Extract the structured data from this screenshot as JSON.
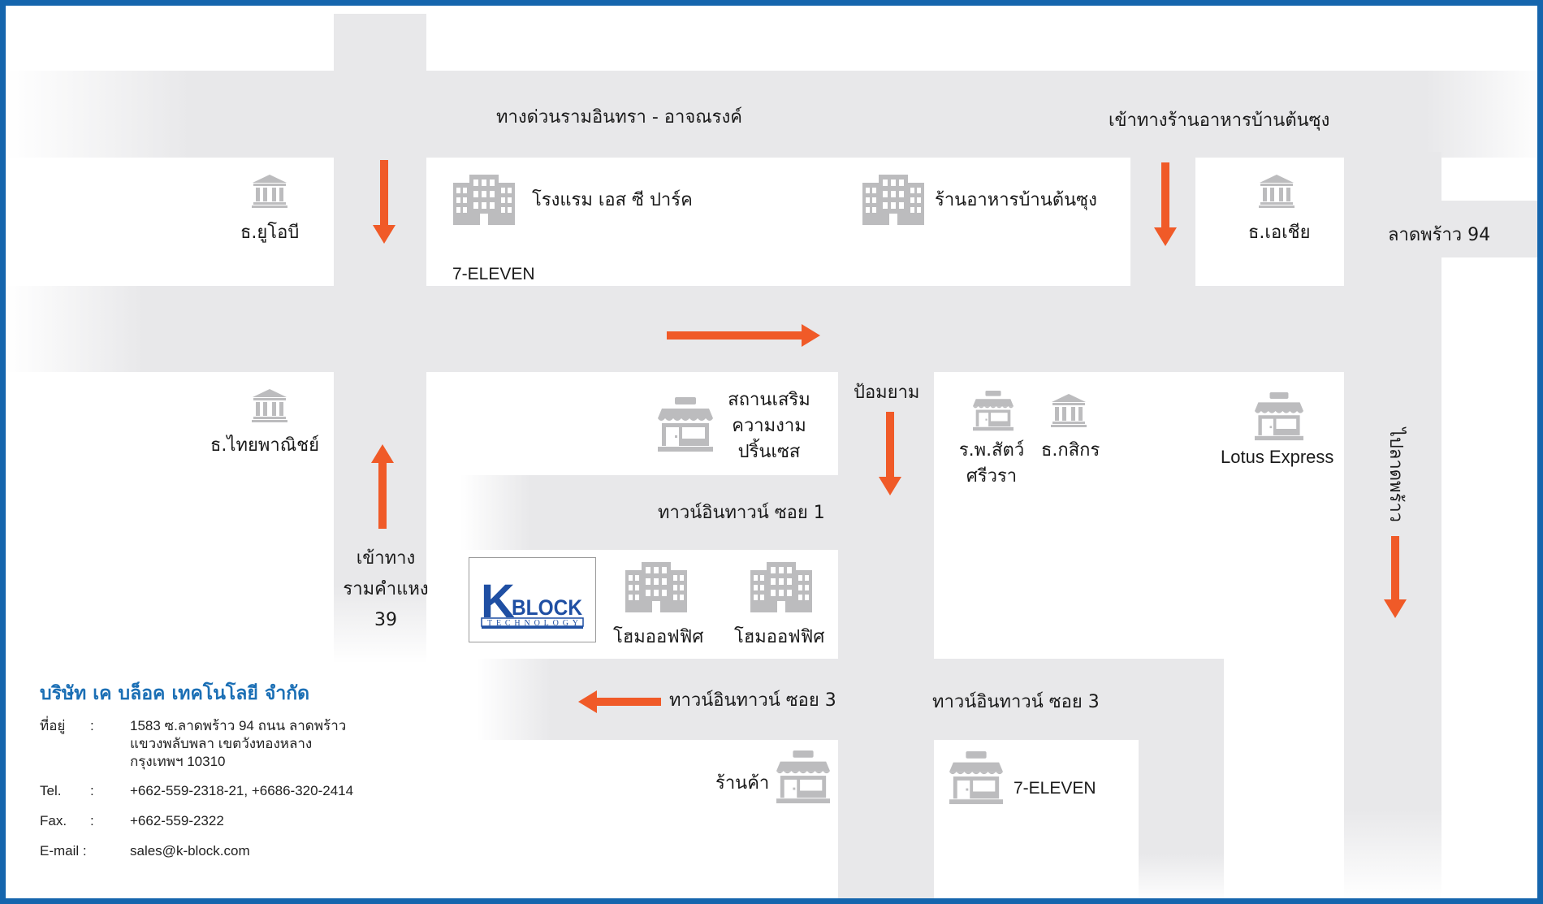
{
  "colors": {
    "frame": "#1565ad",
    "road": "#e8e8ea",
    "arrow": "#f05a28",
    "icon": "#bcbcbe",
    "company": "#1b6fb5",
    "logo_blue": "#1f4fa3"
  },
  "roads": {
    "expressway": "ทางด่วนรามอินทรา - อาจณรงค์",
    "ban_ton_soong_entrance": "เข้าทางร้านอาหารบ้านต้นซุง",
    "ladprao94": "ลาดพร้าว 94",
    "to_ladprao": "ไปลาดพร้าว",
    "ramkhamhaeng_line1": "เข้าทาง",
    "ramkhamhaeng_line2": "รามคำแหง",
    "ramkhamhaeng_line3": "39",
    "pom_yam": "ป้อมยาม",
    "town_in_town_1": "ทาวน์อินทาวน์ ซอย 1",
    "town_in_town_3_left": "ทาวน์อินทาวน์ ซอย 3",
    "town_in_town_3_right": "ทาวน์อินทาวน์ ซอย 3"
  },
  "places": {
    "uob": "ธ.ยูโอบี",
    "hotel": "โรงแรม เอส ซี ปาร์ค",
    "seven_eleven_top": "7-ELEVEN",
    "restaurant": "ร้านอาหารบ้านต้นซุง",
    "asia": "ธ.เอเชีย",
    "scb": "ธ.ไทยพาณิชย์",
    "salon_line1": "สถานเสริม",
    "salon_line2": "ความงาม",
    "salon_line3": "ปริ้นเซส",
    "vet_line1": "ร.พ.สัตว์",
    "vet_line2": "ศรีวรา",
    "kasikorn": "ธ.กสิกร",
    "lotus": "Lotus Express",
    "home_office_1": "โฮมออฟฟิศ",
    "home_office_2": "โฮมออฟฟิศ",
    "shop": "ร้านค้า",
    "seven_eleven_bottom": "7-ELEVEN"
  },
  "icons": {
    "bank": "bank-icon",
    "building": "building-icon",
    "shop": "shop-icon",
    "shop_sign": "SHOP",
    "arrow": "arrow-icon"
  },
  "logo": {
    "letter": "K",
    "word": "BLOCK",
    "tagline": "TECHNOLOGY"
  },
  "company": {
    "name": "บริษัท เค บล็อค เทคโนโลยี จำกัด",
    "address_label": "ที่อยู่",
    "address_sep": ":",
    "address_line1": "1583 ซ.ลาดพร้าว 94 ถนน ลาดพร้าว",
    "address_line2": "แขวงพลับพลา เขตวังทองหลาง",
    "address_line3": "กรุงเทพฯ 10310",
    "tel_label": "Tel.",
    "tel_sep": ":",
    "tel": "+662-559-2318-21, +6686-320-2414",
    "fax_label": "Fax.",
    "fax_sep": ":",
    "fax": "+662-559-2322",
    "email_label": "E-mail :",
    "email": "sales@k-block.com"
  }
}
